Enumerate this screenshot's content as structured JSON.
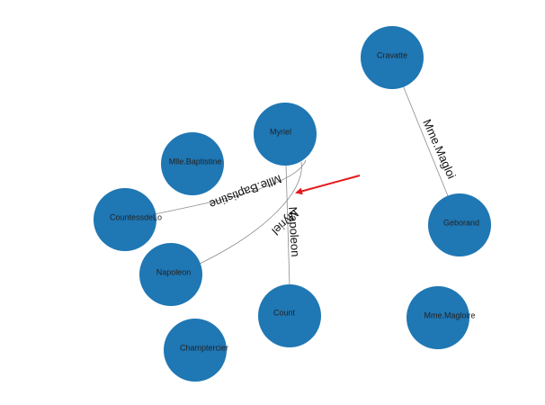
{
  "graph": {
    "node_color": "#1f77b4",
    "edge_color": "#8c8c8c",
    "arrow_color": "#e31a1c",
    "nodes": [
      {
        "id": "cravatte",
        "label": "Cravatte"
      },
      {
        "id": "myriel",
        "label": "Myriel"
      },
      {
        "id": "mlle_baptistine",
        "label": "Mlle.Baptistine"
      },
      {
        "id": "countessdelo",
        "label": "CountessdeLo"
      },
      {
        "id": "napoleon",
        "label": "Napoleon"
      },
      {
        "id": "count",
        "label": "Count"
      },
      {
        "id": "champtercier",
        "label": "Champtercier"
      },
      {
        "id": "geborand",
        "label": "Geborand"
      },
      {
        "id": "mme_magloire",
        "label": "Mme.Magloire"
      }
    ],
    "edges": [
      {
        "id": "e-cravatte-geborand",
        "label": "Mme.Magloi"
      },
      {
        "id": "e-myriel-countessdelo",
        "label": "Mlle.Baptistine"
      },
      {
        "id": "e-myriel-napoleon",
        "label": "Myriel"
      },
      {
        "id": "e-myriel-count",
        "label": "Napoleon"
      }
    ]
  }
}
